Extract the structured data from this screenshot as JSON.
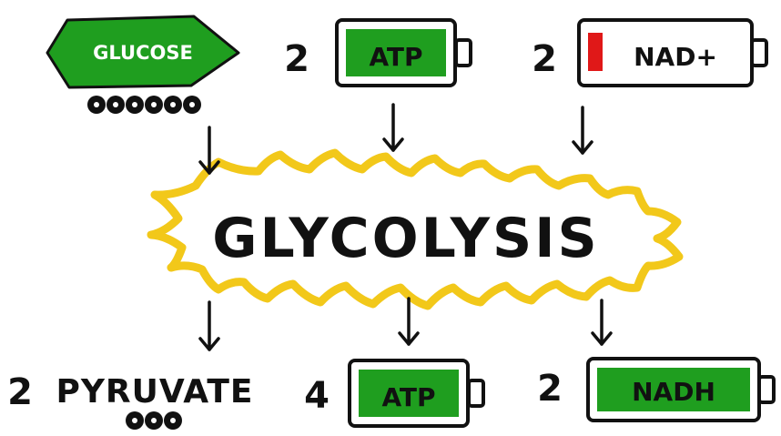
{
  "colors": {
    "green": "#1f9e1f",
    "red": "#e01818",
    "starburst": "#f2c81a",
    "ink": "#111111",
    "carbon": "#111111"
  },
  "reactants": {
    "glucose": {
      "label": "GLUCOSE",
      "carbon_count": 6,
      "icon": "hexagon-molecule"
    },
    "atp": {
      "count": "2",
      "label": "ATP",
      "icon": "full-battery",
      "charge": 1.0
    },
    "nad": {
      "count": "2",
      "label": "NAD+",
      "icon": "low-battery",
      "charge": 0.1
    }
  },
  "process": {
    "label": "GLYCOLYSIS",
    "icon": "starburst"
  },
  "products": {
    "pyruvate": {
      "count": "2",
      "label": "PYRUVATE",
      "carbon_count": 3
    },
    "atp": {
      "count": "4",
      "label": "ATP",
      "icon": "full-battery",
      "charge": 1.0
    },
    "nadh": {
      "count": "2",
      "label": "NADH",
      "icon": "full-battery",
      "charge": 1.0
    }
  }
}
